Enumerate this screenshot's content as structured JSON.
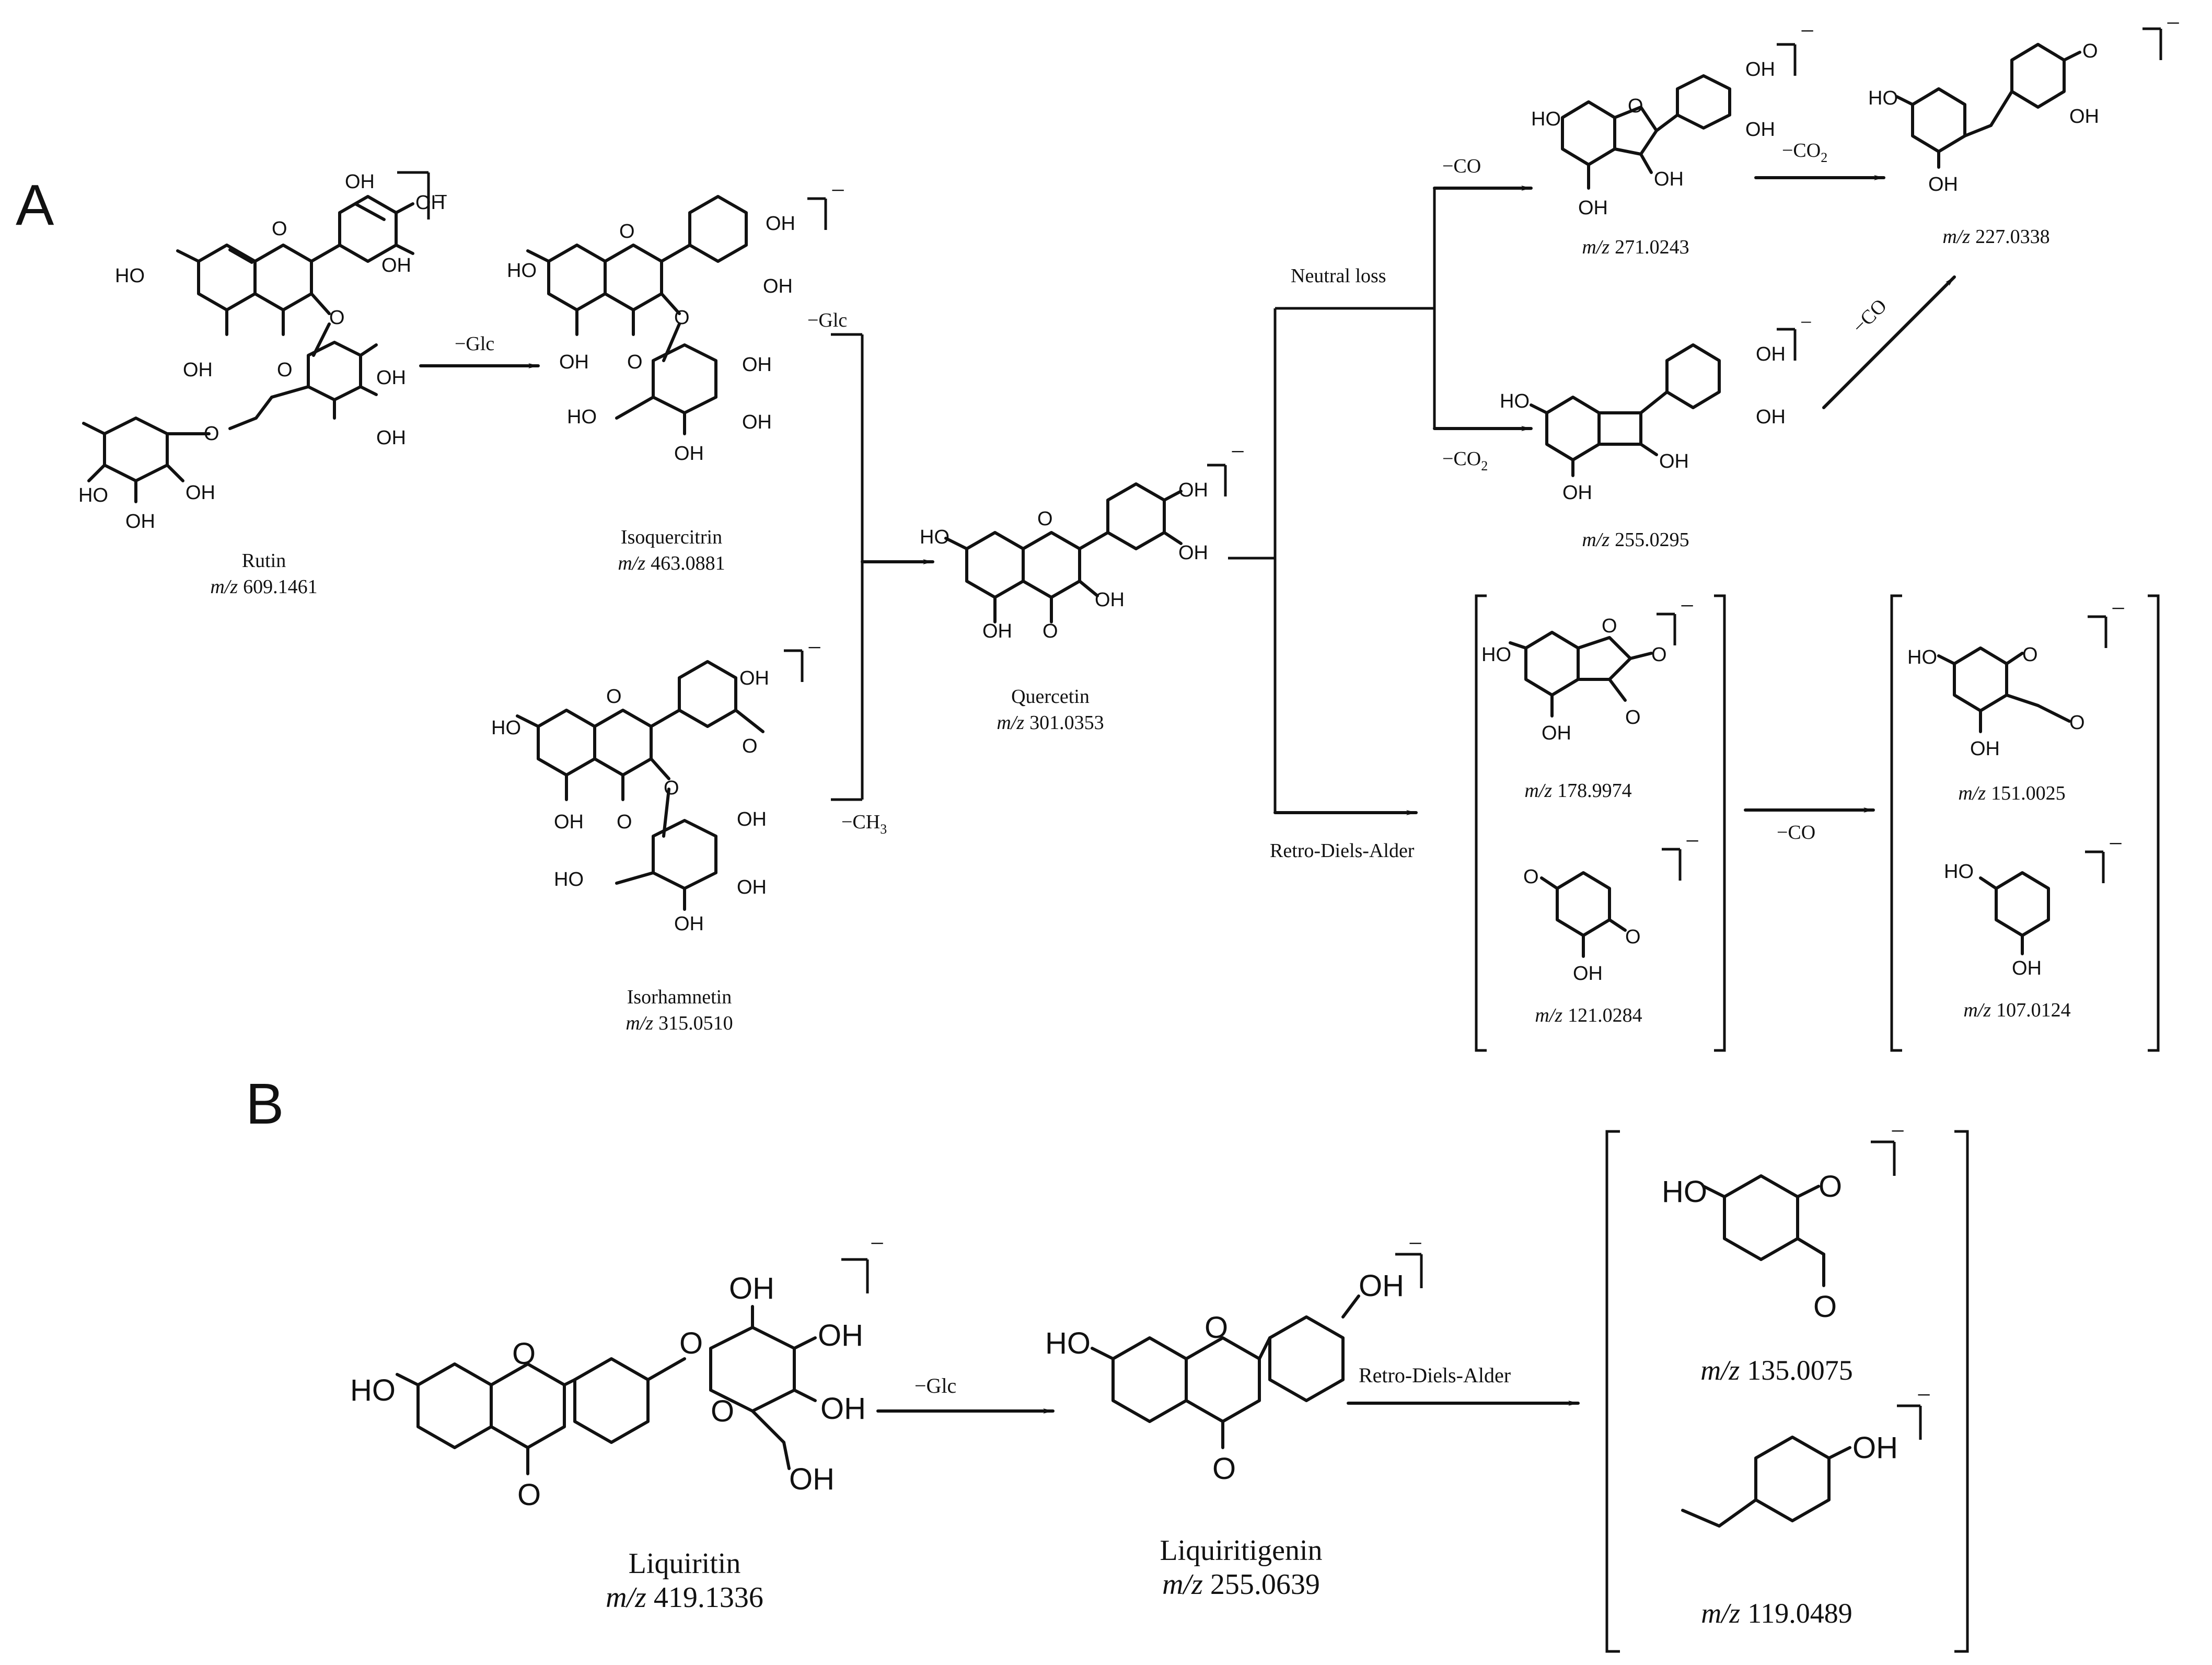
{
  "panels": {
    "a": "A",
    "b": "B"
  },
  "compounds": {
    "rutin": {
      "name": "Rutin",
      "mz_label": "m/z",
      "mz": "609.1461"
    },
    "isoquercitrin": {
      "name": "Isoquercitrin",
      "mz_label": "m/z",
      "mz": "463.0881"
    },
    "isorhamnetin": {
      "name": "Isorhamnetin",
      "mz_label": "m/z",
      "mz": "315.0510"
    },
    "quercetin": {
      "name": "Quercetin",
      "mz_label": "m/z",
      "mz": "301.0353"
    },
    "liquiritin": {
      "name": "Liquiritin",
      "mz_label": "m/z",
      "mz": "419.1336"
    },
    "liquiritigenin": {
      "name": "Liquiritigenin",
      "mz_label": "m/z",
      "mz": "255.0639"
    }
  },
  "fragments_a": [
    {
      "mz_label": "m/z",
      "mz": "271.0243"
    },
    {
      "mz_label": "m/z",
      "mz": "227.0338"
    },
    {
      "mz_label": "m/z",
      "mz": "255.0295"
    },
    {
      "mz_label": "m/z",
      "mz": "178.9974"
    },
    {
      "mz_label": "m/z",
      "mz": "121.0284"
    },
    {
      "mz_label": "m/z",
      "mz": "151.0025"
    },
    {
      "mz_label": "m/z",
      "mz": "107.0124"
    }
  ],
  "fragments_b": [
    {
      "mz_label": "m/z",
      "mz": "135.0075"
    },
    {
      "mz_label": "m/z",
      "mz": "119.0489"
    }
  ],
  "reactions": {
    "glc_loss": "−Glc",
    "glc_loss_2": "−Glc",
    "ch3_loss": "−CH",
    "ch3_sub": "3",
    "co_loss_1": "−CO",
    "co2_loss_1": "−CO",
    "co2_sub": "2",
    "co2_loss_2": "−CO",
    "co2_sub_2": "2",
    "co_loss_2": "−CO",
    "co_loss_3": "−CO",
    "neutral_loss": "Neutral loss",
    "rda_a": "Retro-Diels-Alder",
    "glc_loss_b": "−Glc",
    "rda_b": "Retro-Diels-Alder"
  },
  "charge": "−",
  "atoms": {
    "oh": "OH",
    "ho": "HO",
    "o": "O"
  }
}
